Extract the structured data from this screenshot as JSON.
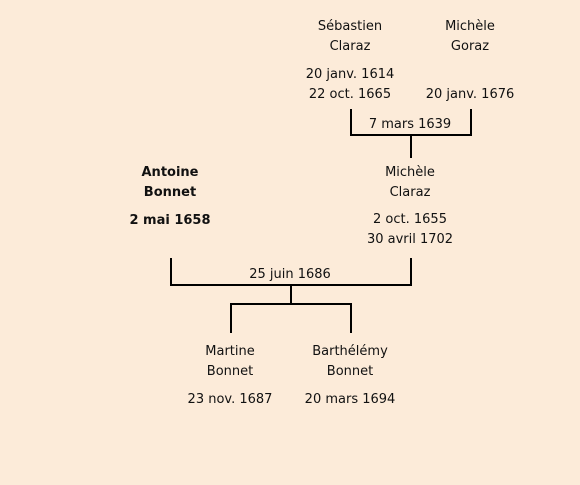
{
  "people": {
    "sebastien": {
      "first": "Sébastien",
      "last": "Claraz",
      "birth": "20 janv. 1614",
      "death": "22 oct. 1665"
    },
    "michele_goraz": {
      "first": "Michèle",
      "last": "Goraz",
      "death": "20 janv. 1676"
    },
    "michele_claraz": {
      "first": "Michèle",
      "last": "Claraz",
      "birth": "2 oct. 1655",
      "death": "30 avril 1702"
    },
    "antoine": {
      "first": "Antoine",
      "last": "Bonnet",
      "date": "2 mai 1658"
    },
    "martine": {
      "first": "Martine",
      "last": "Bonnet",
      "date": "23 nov. 1687"
    },
    "barthelemy": {
      "first": "Barthélémy",
      "last": "Bonnet",
      "date": "20 mars 1694"
    }
  },
  "marriages": {
    "claraz_goraz": "7 mars 1639",
    "bonnet_claraz": "25 juin 1686"
  }
}
